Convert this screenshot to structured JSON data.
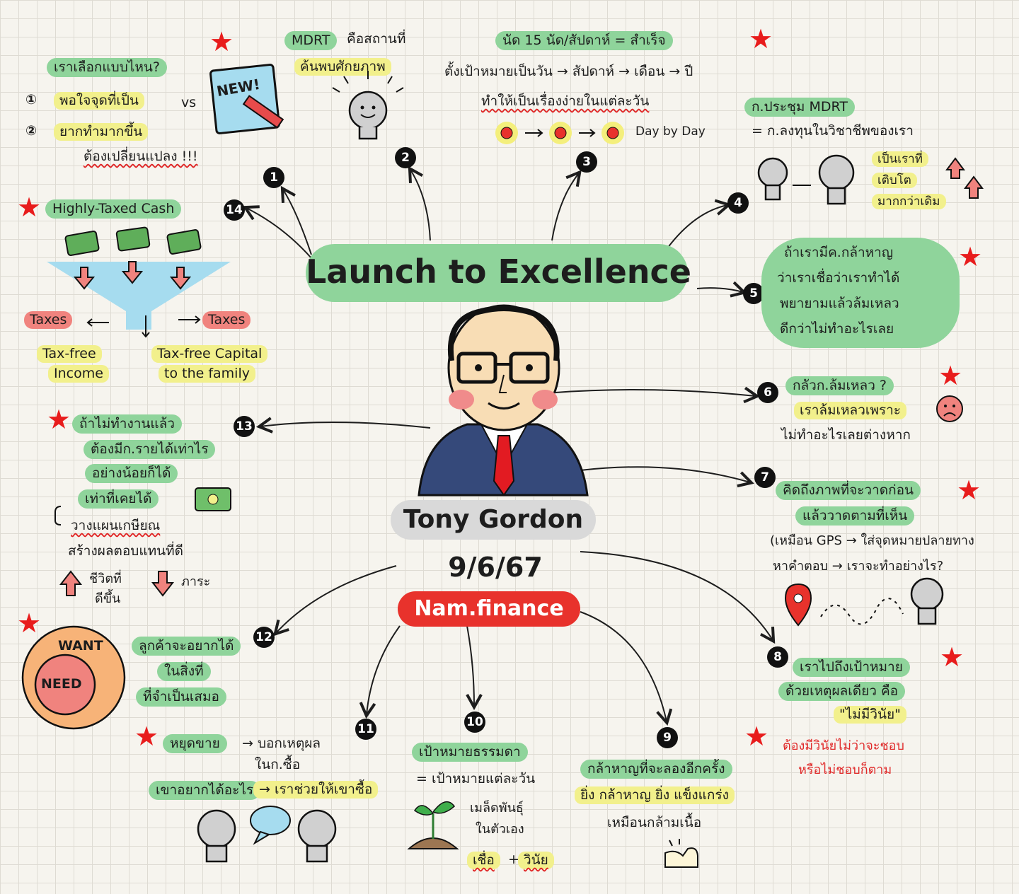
{
  "center": {
    "title": "Launch to Excellence",
    "person": "Tony Gordon",
    "date": "9/6/67",
    "brand": "Nam.finance"
  },
  "nodes": {
    "n1": {
      "num": "1",
      "title": "เราเลือกแบบไหน?",
      "line1": "พอใจจุดที่เป็น",
      "vs": "vs",
      "line2": "ยากทำมากขึ้น",
      "line3": "ต้องเปลี่ยนแปลง !!!",
      "new_label": "NEW!"
    },
    "n2": {
      "num": "2",
      "line1": "MDRT",
      "line1b": "คือสถานที่",
      "line2": "ค้นพบศักยภาพ"
    },
    "n3": {
      "num": "3",
      "line1": "นัด 15 นัด/สัปดาห์ = สำเร็จ",
      "line2": "ตั้งเป้าหมายเป็นวัน → สัปดาห์ → เดือน → ปี",
      "line3": "ทำให้เป็นเรื่องง่ายในแต่ละวัน",
      "day_label": "Day by Day"
    },
    "n4": {
      "num": "4",
      "line1": "ก.ประชุม MDRT",
      "line2": "= ก.ลงทุนในวิชาชีพของเรา",
      "line3": "เป็นเราที่",
      "line4": "เติบโต",
      "line5": "มากกว่าเดิม"
    },
    "n5": {
      "num": "5",
      "line1": "ถ้าเรามีค.กล้าหาญ",
      "line2": "ว่าเราเชื่อว่าเราทำได้",
      "line3": "พยายามแล้วล้มเหลว",
      "line4": "ดีกว่าไม่ทำอะไรเลย"
    },
    "n6": {
      "num": "6",
      "line1": "กลัวก.ล้มเหลว ?",
      "line2": "เราล้มเหลวเพราะ",
      "line3": "ไม่ทำอะไรเลยต่างหาก"
    },
    "n7": {
      "num": "7",
      "line1": "คิดถึงภาพที่จะวาดก่อน",
      "line2": "แล้ววาดตามที่เห็น",
      "line3": "(เหมือน GPS → ใส่จุดหมายปลายทาง",
      "line4": "หาคำตอบ → เราจะทำอย่างไร?"
    },
    "n8": {
      "num": "8",
      "line1": "เราไปถึงเป้าหมาย",
      "line2": "ด้วยเหตุผลเดียว คือ",
      "line3": "\"ไม่มีวินัย\"",
      "line4": "ต้องมีวินัยไม่ว่าจะชอบ",
      "line5": "หรือไม่ชอบก็ตาม"
    },
    "n9": {
      "num": "9",
      "line1": "กล้าหาญที่จะลองอีกครั้ง",
      "line2": "ยิ่ง กล้าหาญ ยิ่ง แข็งแกร่ง",
      "line3": "เหมือนกล้ามเนื้อ"
    },
    "n10": {
      "num": "10",
      "line1": "เป้าหมายธรรมดา",
      "line2": "= เป้าหมายแต่ละวัน",
      "line3": "เมล็ดพันธุ์",
      "line4": "ในตัวเอง",
      "line5": "เชื่อ",
      "plus": "+",
      "line6": "วินัย"
    },
    "n11": {
      "num": "11",
      "line1": "หยุดขาย",
      "line1b": "→ บอกเหตุผล",
      "line2": "ในก.ซื้อ",
      "line3": "เขาอยากได้อะไร",
      "line3b": "→ เราช่วยให้เขาซื้อ"
    },
    "n12": {
      "num": "12",
      "line1": "ลูกค้าจะอยากได้",
      "line2": "ในสิ่งที่",
      "line3": "ที่จำเป็นเสมอ",
      "want": "WANT",
      "need": "NEED"
    },
    "n13": {
      "num": "13",
      "line1": "ถ้าไม่ทำงานแล้ว",
      "line2": "ต้องมีก.รายได้เท่าไร",
      "line3": "อย่างน้อยก็ได้",
      "line4": "เท่าที่เคยได้",
      "line5": "วางแผนเกษียณ",
      "line6": "สร้างผลตอบแทนที่ดี",
      "up_label": "ชีวิตที่",
      "up_label2": "ดีขึ้น",
      "down_label": "ภาระ"
    },
    "n14": {
      "num": "14",
      "title": "Highly-Taxed Cash",
      "taxes_left": "Taxes",
      "taxes_right": "Taxes",
      "out1a": "Tax-free",
      "out1b": "Income",
      "out2a": "Tax-free Capital",
      "out2b": "to the family"
    }
  },
  "colors": {
    "green": "#8fd49b",
    "yellow": "#f2f08c",
    "red": "#e81c1c",
    "brand": "#e8322c",
    "gray": "#d9d9d9"
  }
}
